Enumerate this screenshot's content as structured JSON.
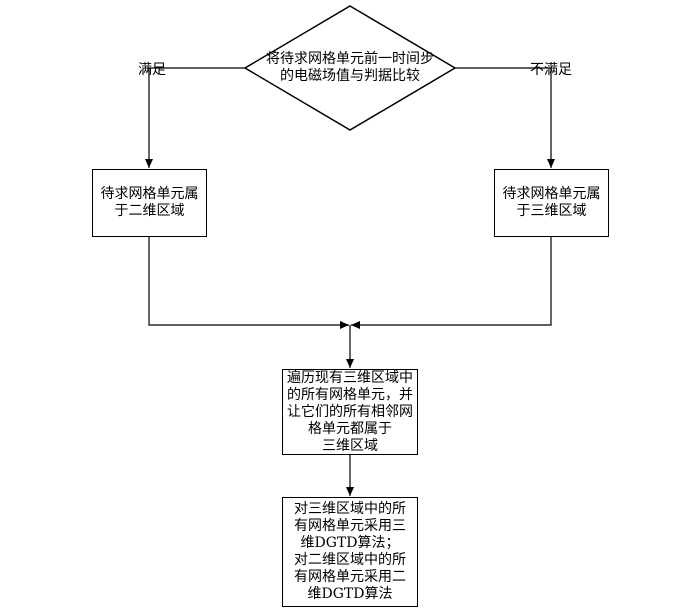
{
  "diagram": {
    "decision": {
      "lines": [
        "将待求网格单元前一时间步",
        "的电磁场值与判据比较"
      ]
    },
    "branch_yes_label": "满足",
    "branch_no_label": "不满足",
    "box_2d": {
      "lines": [
        "待求网格单元属",
        "于二维区域"
      ]
    },
    "box_3d": {
      "lines": [
        "待求网格单元属",
        "于三维区域"
      ]
    },
    "box_traverse": {
      "lines": [
        "遍历现有三维区域中",
        "的所有网格单元，并",
        "让它们的所有相邻网",
        "格单元都属于",
        "三维区域"
      ]
    },
    "box_algorithm": {
      "lines": [
        "对三维区域中的所",
        "有网格单元采用三",
        "维DGTD算法；",
        "对二维区域中的所",
        "有网格单元采用二",
        "维DGTD算法"
      ]
    }
  }
}
